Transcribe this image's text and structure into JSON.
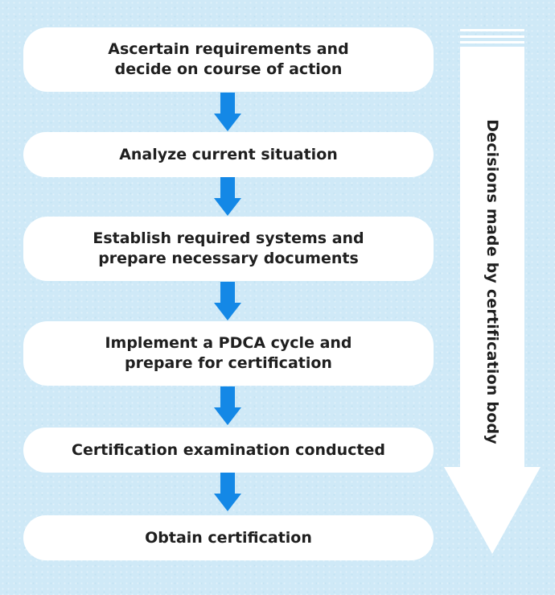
{
  "steps": [
    {
      "line1": "Ascertain requirements and",
      "line2": "decide on course of action"
    },
    {
      "line1": "Analyze current situation",
      "line2": ""
    },
    {
      "line1": "Establish required systems and",
      "line2": "prepare necessary documents"
    },
    {
      "line1": "Implement a PDCA cycle and",
      "line2": "prepare for certification"
    },
    {
      "line1": "Certification examination conducted",
      "line2": ""
    },
    {
      "line1": "Obtain certification",
      "line2": ""
    }
  ],
  "side_arrow": {
    "label": "Decisions made by certification body"
  },
  "colors": {
    "background": "#cfe9f7",
    "box": "#ffffff",
    "step_arrow": "#1488e6",
    "side_arrow": "#ffffff",
    "text": "#1f1f1f"
  },
  "icons": {
    "step_arrow": "down-arrow-icon",
    "side_arrow": "large-down-arrow-icon"
  }
}
